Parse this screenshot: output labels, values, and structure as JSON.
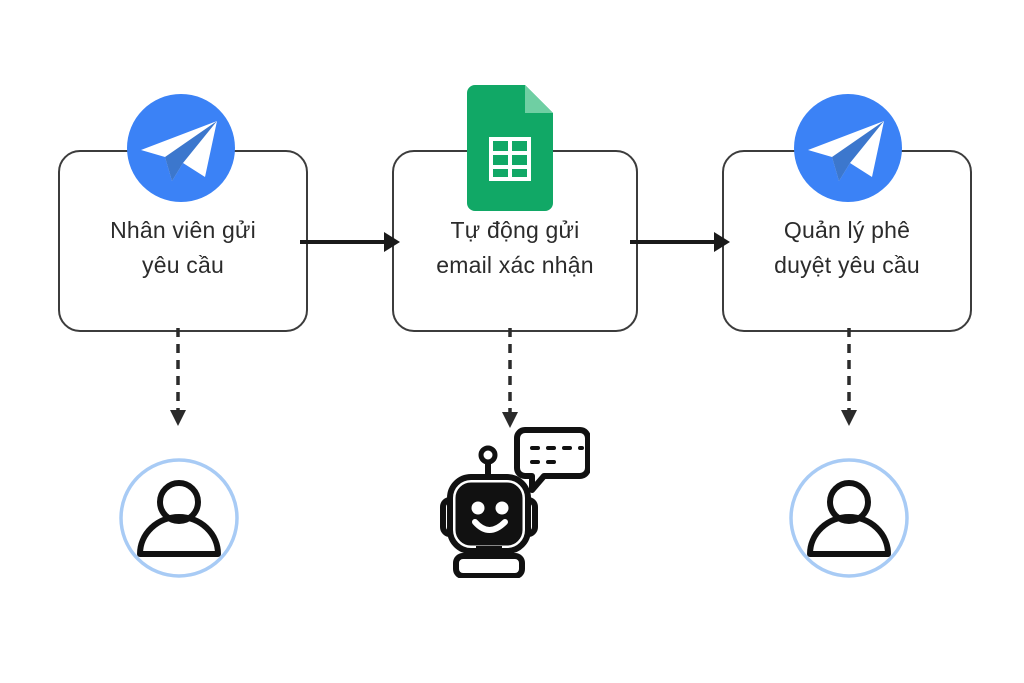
{
  "diagram": {
    "type": "flowchart",
    "orientation": "left-to-right",
    "background_color": "#ffffff",
    "colors": {
      "card_border": "#3c3c3c",
      "card_background": "#ffffff",
      "text": "#2b2b2b",
      "connector": "#1a1a1a",
      "telegram_blue": "#3b82f6",
      "telegram_blue_dark": "#1a5fc4",
      "sheets_green": "#11a866",
      "sheets_green_light": "#6fcfa3",
      "avatar_ring": "#a8cbf5",
      "actor_outline": "#111111"
    },
    "steps": [
      {
        "id": "step-1",
        "label": "Nhân viên gửi\nyêu cầu",
        "label_line_1": "Nhân viên gửi",
        "label_line_2": "yêu cầu",
        "icon": "telegram-paper-plane-icon",
        "actor": "person-avatar-icon"
      },
      {
        "id": "step-2",
        "label": "Tự động gửi\nemail xác nhận",
        "label_line_1": "Tự động gửi",
        "label_line_2": "email xác nhận",
        "icon": "google-sheets-icon",
        "actor": "robot-icon"
      },
      {
        "id": "step-3",
        "label": "Quản lý phê\nduyệt yêu cầu",
        "label_line_1": "Quản lý phê",
        "label_line_2": "duyệt yêu cầu",
        "icon": "telegram-paper-plane-icon",
        "actor": "person-avatar-icon"
      }
    ],
    "connectors": [
      {
        "id": "arrow-1-2",
        "from": "step-1",
        "to": "step-2",
        "style": "solid",
        "direction": "right"
      },
      {
        "id": "arrow-2-3",
        "from": "step-2",
        "to": "step-3",
        "style": "solid",
        "direction": "right"
      },
      {
        "id": "dashed-1",
        "from": "step-1",
        "to": "actor-1",
        "style": "dashed",
        "direction": "down"
      },
      {
        "id": "dashed-2",
        "from": "step-2",
        "to": "actor-2",
        "style": "dashed",
        "direction": "down"
      },
      {
        "id": "dashed-3",
        "from": "step-3",
        "to": "actor-3",
        "style": "dashed",
        "direction": "down"
      }
    ]
  }
}
